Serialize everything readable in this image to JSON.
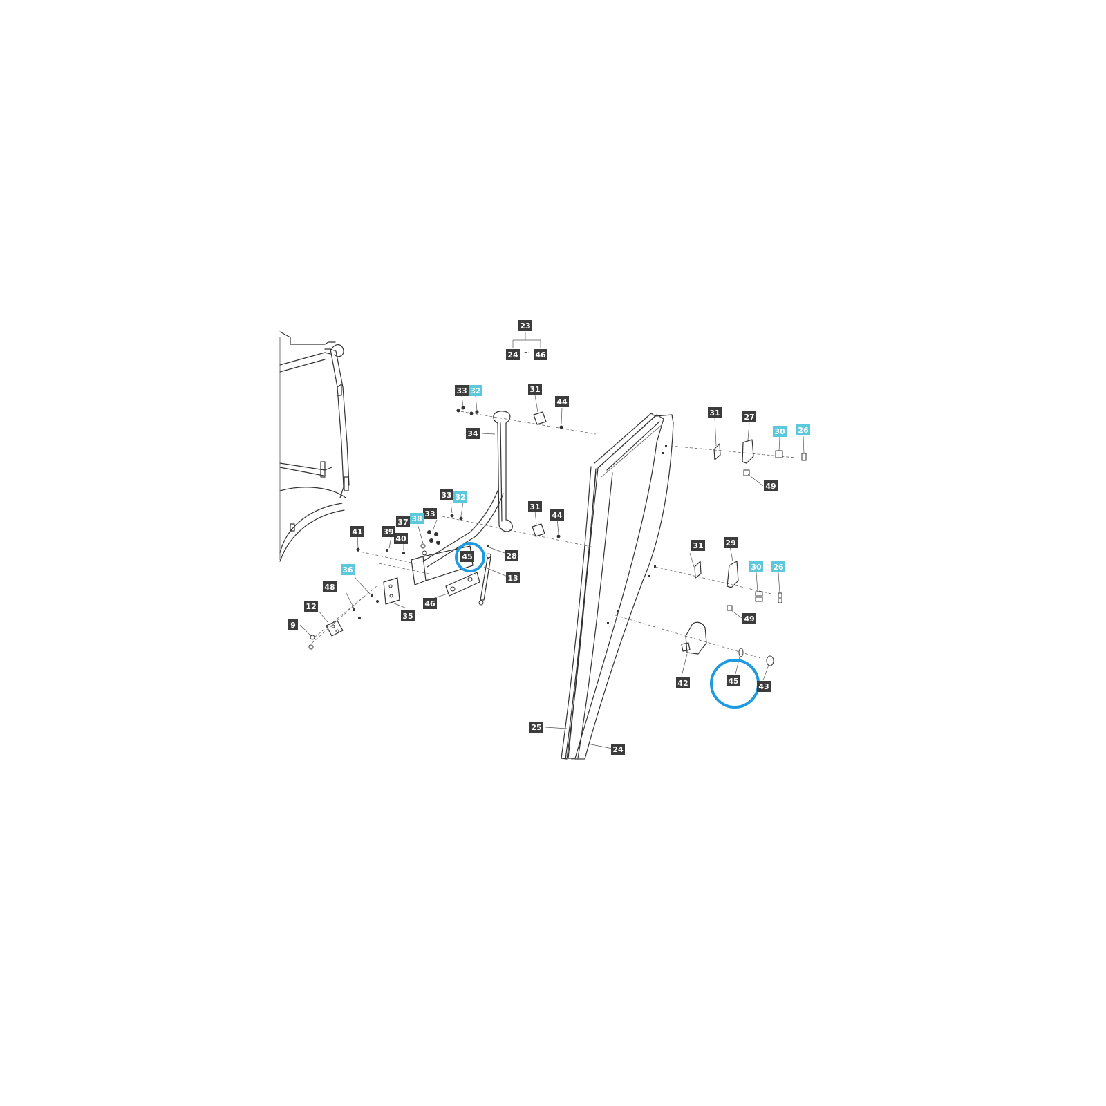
{
  "colors": {
    "callout_dark": "#3c3c3c",
    "callout_highlight": "#5bc8dc",
    "highlight_ring": "#1e9be0",
    "line": "#333333"
  },
  "callouts": [
    {
      "id": "c23",
      "label": "23",
      "highlighted": false
    },
    {
      "id": "c24a",
      "label": "24",
      "highlighted": false
    },
    {
      "id": "c46a",
      "label": "46",
      "highlighted": false
    },
    {
      "id": "c33a",
      "label": "33",
      "highlighted": false
    },
    {
      "id": "c32a",
      "label": "32",
      "highlighted": true
    },
    {
      "id": "c31a",
      "label": "31",
      "highlighted": false
    },
    {
      "id": "c44a",
      "label": "44",
      "highlighted": false
    },
    {
      "id": "c34",
      "label": "34",
      "highlighted": false
    },
    {
      "id": "c31b",
      "label": "31",
      "highlighted": false
    },
    {
      "id": "c27",
      "label": "27",
      "highlighted": false
    },
    {
      "id": "c30a",
      "label": "30",
      "highlighted": true
    },
    {
      "id": "c26a",
      "label": "26",
      "highlighted": true
    },
    {
      "id": "c49a",
      "label": "49",
      "highlighted": false
    },
    {
      "id": "c33b",
      "label": "33",
      "highlighted": false
    },
    {
      "id": "c32b",
      "label": "32",
      "highlighted": true
    },
    {
      "id": "c33c",
      "label": "33",
      "highlighted": false
    },
    {
      "id": "c37",
      "label": "37",
      "highlighted": false
    },
    {
      "id": "c38",
      "label": "38",
      "highlighted": true
    },
    {
      "id": "c31c",
      "label": "31",
      "highlighted": false
    },
    {
      "id": "c44b",
      "label": "44",
      "highlighted": false
    },
    {
      "id": "c41",
      "label": "41",
      "highlighted": false
    },
    {
      "id": "c39",
      "label": "39",
      "highlighted": false
    },
    {
      "id": "c40",
      "label": "40",
      "highlighted": false
    },
    {
      "id": "c45a",
      "label": "45",
      "highlighted": false
    },
    {
      "id": "c28",
      "label": "28",
      "highlighted": false
    },
    {
      "id": "c31d",
      "label": "31",
      "highlighted": false
    },
    {
      "id": "c29",
      "label": "29",
      "highlighted": false
    },
    {
      "id": "c30b",
      "label": "30",
      "highlighted": true
    },
    {
      "id": "c26b",
      "label": "26",
      "highlighted": true
    },
    {
      "id": "c36",
      "label": "36",
      "highlighted": true
    },
    {
      "id": "c13",
      "label": "13",
      "highlighted": false
    },
    {
      "id": "c48",
      "label": "48",
      "highlighted": false
    },
    {
      "id": "c46b",
      "label": "46",
      "highlighted": false
    },
    {
      "id": "c12",
      "label": "12",
      "highlighted": false
    },
    {
      "id": "c35",
      "label": "35",
      "highlighted": false
    },
    {
      "id": "c49b",
      "label": "49",
      "highlighted": false
    },
    {
      "id": "c9",
      "label": "9",
      "highlighted": false
    },
    {
      "id": "c42",
      "label": "42",
      "highlighted": false
    },
    {
      "id": "c45b",
      "label": "45",
      "highlighted": false
    },
    {
      "id": "c43",
      "label": "43",
      "highlighted": false
    },
    {
      "id": "c25",
      "label": "25",
      "highlighted": false
    },
    {
      "id": "c24b",
      "label": "24",
      "highlighted": false
    }
  ]
}
